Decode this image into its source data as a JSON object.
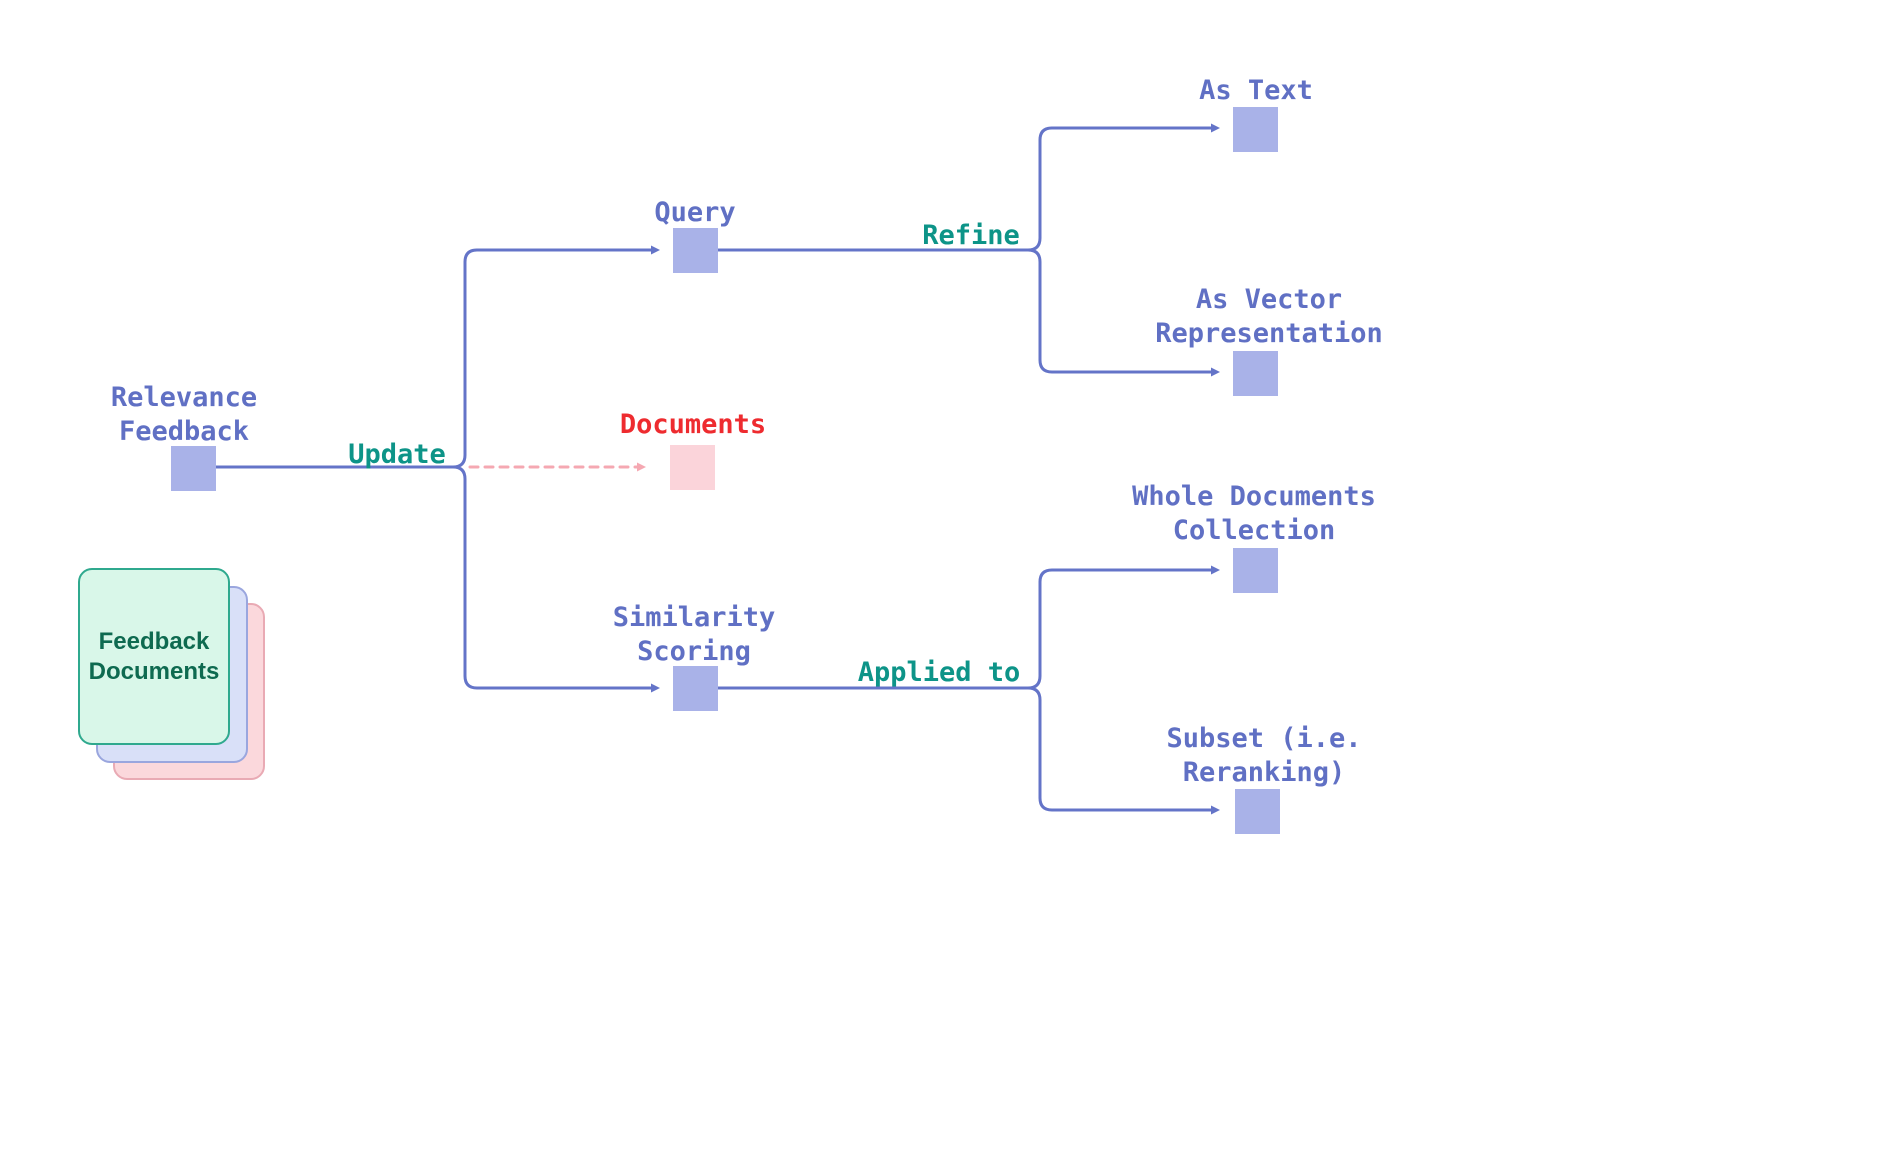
{
  "colors": {
    "edge-color": "#6474c8",
    "node-fill": "#a9b2e8",
    "node-label": "#6070c4",
    "edge-label": "#0d9488",
    "doc-fill": "#fbd4da",
    "doc-edge": "#f5a8b2",
    "doc-label": "#ee2b2f",
    "card-green-fill": "#d9f7e9",
    "card-green-border": "#2fa98e",
    "card-blue-fill": "#d9e0f8",
    "card-blue-border": "#9aa6de",
    "card-pink-fill": "#fbd8dc",
    "card-pink-border": "#e9aab4",
    "card-text": "#0e6a50"
  },
  "nodes": {
    "relevance_feedback": {
      "label": "Relevance\nFeedback"
    },
    "query": {
      "label": "Query"
    },
    "documents": {
      "label": "Documents"
    },
    "similarity_scoring": {
      "label": "Similarity\nScoring"
    },
    "as_text": {
      "label": "As Text"
    },
    "as_vector": {
      "label": "As Vector\nRepresentation"
    },
    "whole_documents": {
      "label": "Whole Documents\nCollection"
    },
    "subset": {
      "label": "Subset (i.e.\nReranking)"
    }
  },
  "edges": {
    "update": {
      "label": "Update"
    },
    "refine": {
      "label": "Refine"
    },
    "applied_to": {
      "label": "Applied to"
    }
  },
  "stack": {
    "label": "Feedback\nDocuments"
  }
}
